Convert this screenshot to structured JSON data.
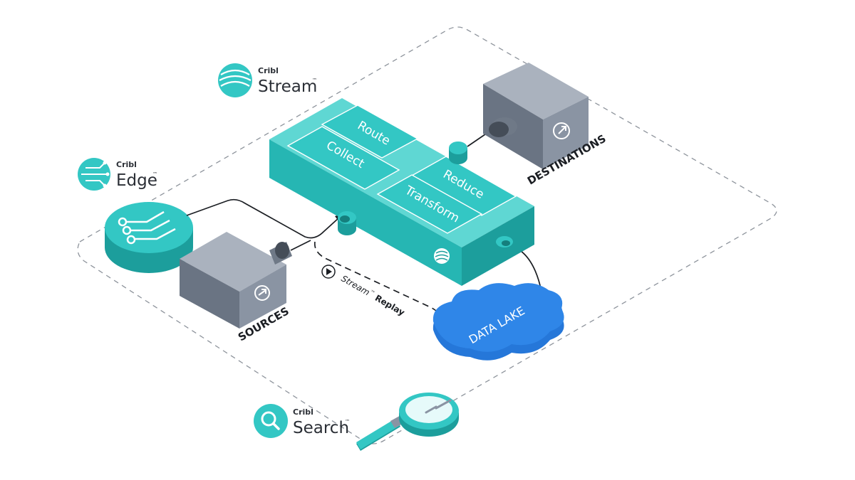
{
  "brands": {
    "stream": {
      "small": "Cribl",
      "big": "Stream",
      "tm": "™"
    },
    "edge": {
      "small": "Cribl",
      "big": "Edge",
      "tm": "™"
    },
    "search": {
      "small": "Cribl",
      "big": "Search",
      "tm": "™"
    }
  },
  "pipeline": {
    "route": "Route",
    "collect": "Collect",
    "reduce": "Reduce",
    "transform": "Transform"
  },
  "labels": {
    "sources": "SOURCES",
    "destinations": "DESTINATIONS",
    "data_lake": "DATA LAKE"
  },
  "replay": {
    "stream": "Stream",
    "tm": "™",
    "replay": "Replay"
  },
  "colors": {
    "teal": "#33c7c4",
    "teal_dark": "#1c9e9c",
    "gray_box": "#8a94a3",
    "lake_blue": "#2577d9"
  },
  "icons": {
    "edge_node": "circuit-icon",
    "source_box": "arrow-in-icon",
    "destination_box": "arrow-out-icon",
    "search": "magnifier-icon",
    "replay": "play-icon"
  }
}
